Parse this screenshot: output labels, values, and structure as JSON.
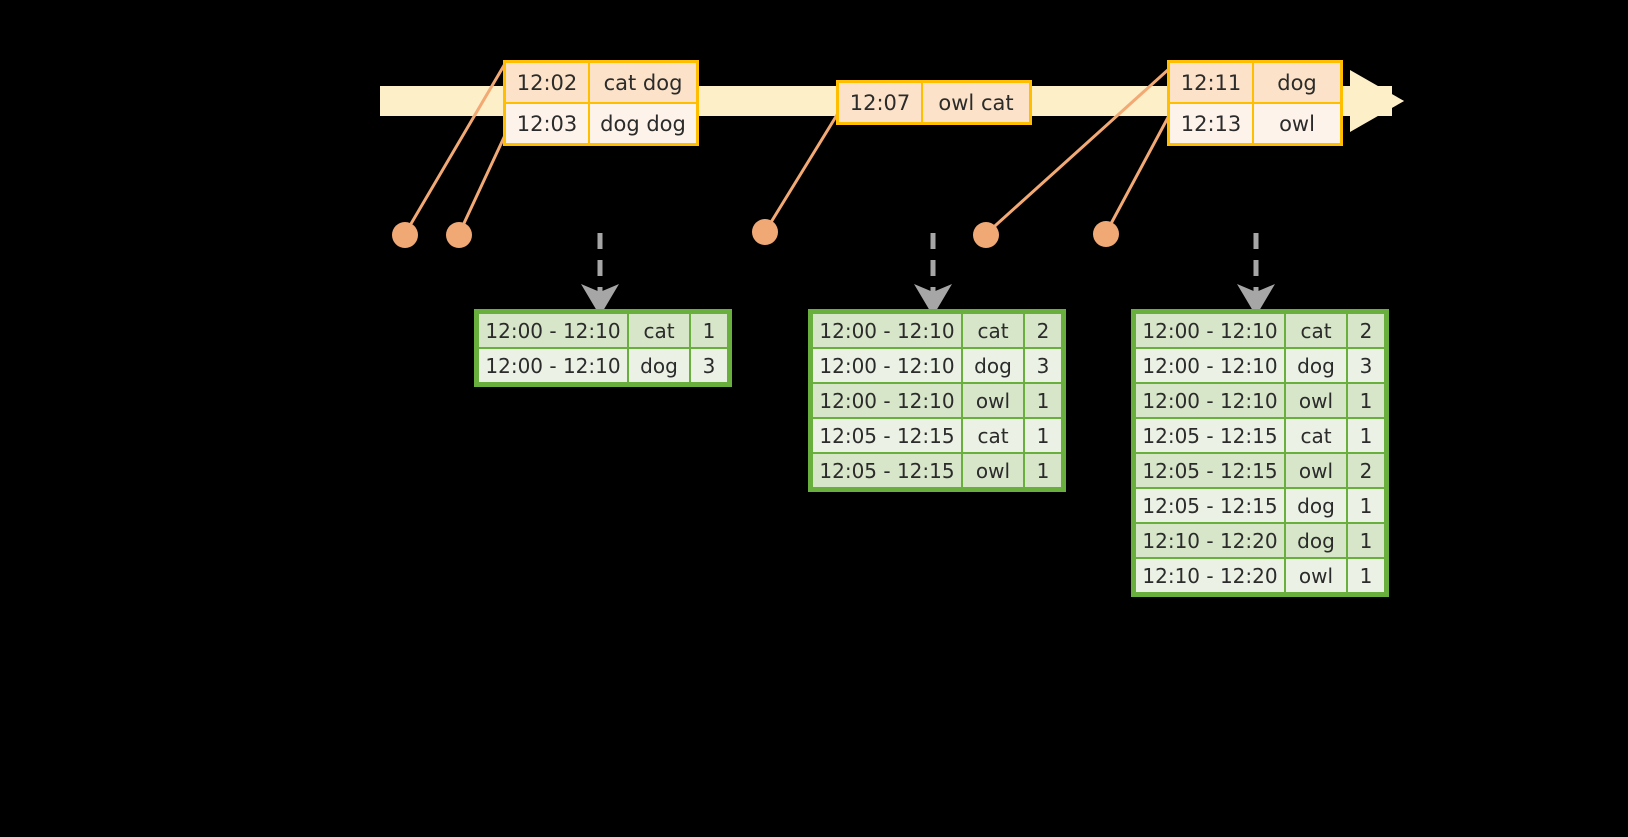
{
  "colors": {
    "background": "#000000",
    "timeline_bar": "#FDEFC8",
    "event_border": "#FFBF00",
    "event_fill_dark": "#FBE2C8",
    "event_fill_light": "#FDF3EA",
    "connector": "#F2A974",
    "dot": "#F0A875",
    "table_border": "#69AF3E",
    "table_fill_dark": "#D7E5C9",
    "table_fill_light": "#EBF1E4",
    "dashed_arrow": "#A6A6A6"
  },
  "timeline": {
    "name": "event-stream-timeline",
    "arrow_direction": "right",
    "events": [
      {
        "id": "event-group-1",
        "rows": [
          {
            "time": "12:02",
            "words": "cat dog"
          },
          {
            "time": "12:03",
            "words": "dog dog"
          }
        ]
      },
      {
        "id": "event-group-2",
        "rows": [
          {
            "time": "12:07",
            "words": "owl cat"
          }
        ]
      },
      {
        "id": "event-group-3",
        "rows": [
          {
            "time": "12:11",
            "words": "dog"
          },
          {
            "time": "12:13",
            "words": "owl"
          }
        ]
      }
    ]
  },
  "tables": [
    {
      "id": "result-table-1",
      "rows": [
        {
          "window": "12:00 - 12:10",
          "word": "cat",
          "count": "1"
        },
        {
          "window": "12:00 - 12:10",
          "word": "dog",
          "count": "3"
        }
      ]
    },
    {
      "id": "result-table-2",
      "rows": [
        {
          "window": "12:00 - 12:10",
          "word": "cat",
          "count": "2"
        },
        {
          "window": "12:00 - 12:10",
          "word": "dog",
          "count": "3"
        },
        {
          "window": "12:00 - 12:10",
          "word": "owl",
          "count": "1"
        },
        {
          "window": "12:05 - 12:15",
          "word": "cat",
          "count": "1"
        },
        {
          "window": "12:05 - 12:15",
          "word": "owl",
          "count": "1"
        }
      ]
    },
    {
      "id": "result-table-3",
      "rows": [
        {
          "window": "12:00 - 12:10",
          "word": "cat",
          "count": "2"
        },
        {
          "window": "12:00 - 12:10",
          "word": "dog",
          "count": "3"
        },
        {
          "window": "12:00 - 12:10",
          "word": "owl",
          "count": "1"
        },
        {
          "window": "12:05 - 12:15",
          "word": "cat",
          "count": "1"
        },
        {
          "window": "12:05 - 12:15",
          "word": "owl",
          "count": "2"
        },
        {
          "window": "12:05 - 12:15",
          "word": "dog",
          "count": "1"
        },
        {
          "window": "12:10 - 12:20",
          "word": "dog",
          "count": "1"
        },
        {
          "window": "12:10 - 12:20",
          "word": "owl",
          "count": "1"
        }
      ]
    }
  ]
}
